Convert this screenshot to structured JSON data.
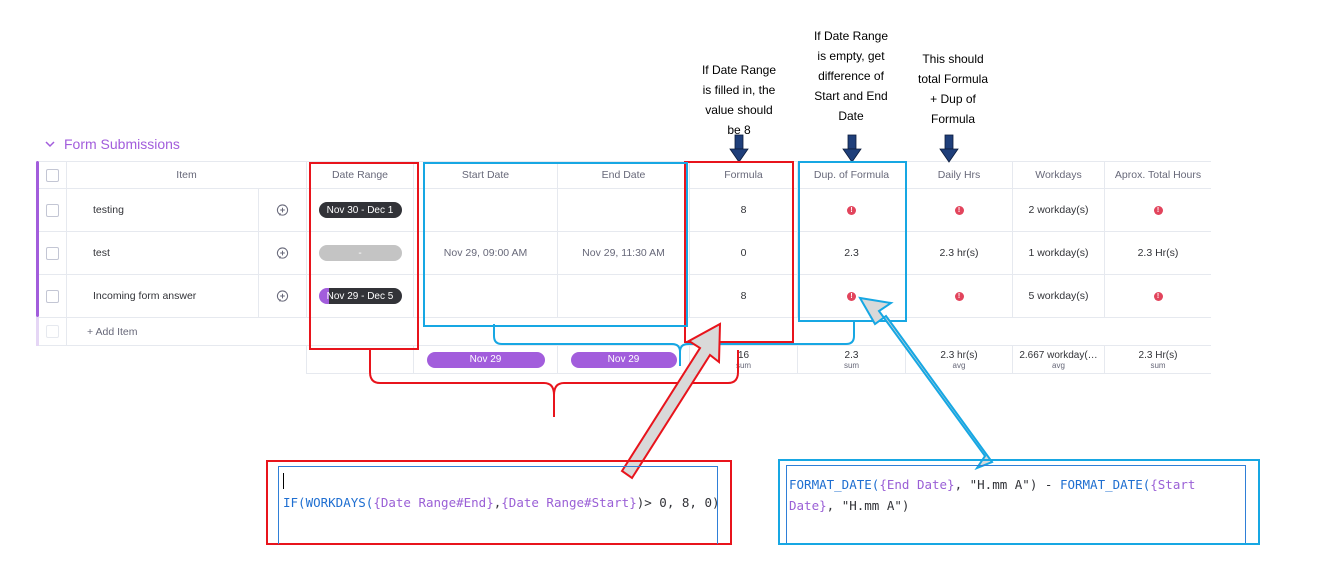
{
  "group": {
    "title": "Form Submissions"
  },
  "columns": [
    "Item",
    "Date Range",
    "Start Date",
    "End Date",
    "Formula",
    "Dup. of Formula",
    "Daily Hrs",
    "Workdays",
    "Aprox. Total Hours"
  ],
  "rows": [
    {
      "item": "testing",
      "date_range": "Nov 30 - Dec 1",
      "start": "",
      "end": "",
      "formula": "8",
      "dup": "",
      "daily": "",
      "workdays": "2 workday(s)",
      "total": ""
    },
    {
      "item": "test",
      "date_range": "-",
      "start": "Nov 29, 09:00 AM",
      "end": "Nov 29, 11:30 AM",
      "formula": "0",
      "dup": "2.3",
      "daily": "2.3 hr(s)",
      "workdays": "1 workday(s)",
      "total": "2.3 Hr(s)"
    },
    {
      "item": "Incoming form answer",
      "date_range": "Nov 29 - Dec 5",
      "start": "",
      "end": "",
      "formula": "8",
      "dup": "",
      "daily": "",
      "workdays": "5 workday(s)",
      "total": ""
    }
  ],
  "add_item": "+ Add Item",
  "footer": {
    "start": "Nov 29",
    "end": "Nov 29",
    "formula_value": "16",
    "formula_sub": "sum",
    "dup_value": "2.3",
    "dup_sub": "sum",
    "daily_value": "2.3 hr(s)",
    "daily_sub": "avg",
    "workdays_value": "2.667 workday(…",
    "workdays_sub": "avg",
    "total_value": "2.3 Hr(s)",
    "total_sub": "sum"
  },
  "notes": {
    "formula": [
      "If Date Range",
      "is filled in, the",
      "value should",
      "be 8"
    ],
    "dup": [
      "If Date Range",
      "is empty, get",
      "difference of",
      "Start and End",
      "Date"
    ],
    "daily": [
      "This should",
      "total Formula",
      "+ Dup of",
      "Formula"
    ]
  },
  "code_left": {
    "tokens": [
      {
        "t": "IF(",
        "c": "fn"
      },
      {
        "t": "WORKDAYS(",
        "c": "fn"
      },
      {
        "t": "{Date Range#End}",
        "c": "ref"
      },
      {
        "t": ",",
        "c": "str"
      },
      {
        "t": "{Date Range#Start}",
        "c": "ref"
      },
      {
        "t": ")> 0, 8, 0)",
        "c": "str"
      }
    ]
  },
  "code_right": {
    "line1": [
      {
        "t": "FORMAT_DATE(",
        "c": "fn"
      },
      {
        "t": "{End Date}",
        "c": "ref"
      },
      {
        "t": ", \"H.mm A\") - ",
        "c": "str"
      },
      {
        "t": "FORMAT_DATE(",
        "c": "fn"
      },
      {
        "t": "{Start",
        "c": "ref"
      }
    ],
    "line2": [
      {
        "t": "Date}",
        "c": "ref"
      },
      {
        "t": ", \"H.mm A\")",
        "c": "str"
      }
    ]
  },
  "colors": {
    "red": "#e8141c",
    "blue": "#17a7e3",
    "purple": "#a25ddc",
    "navy": "#1f3f7a",
    "error": "#e2445c"
  }
}
